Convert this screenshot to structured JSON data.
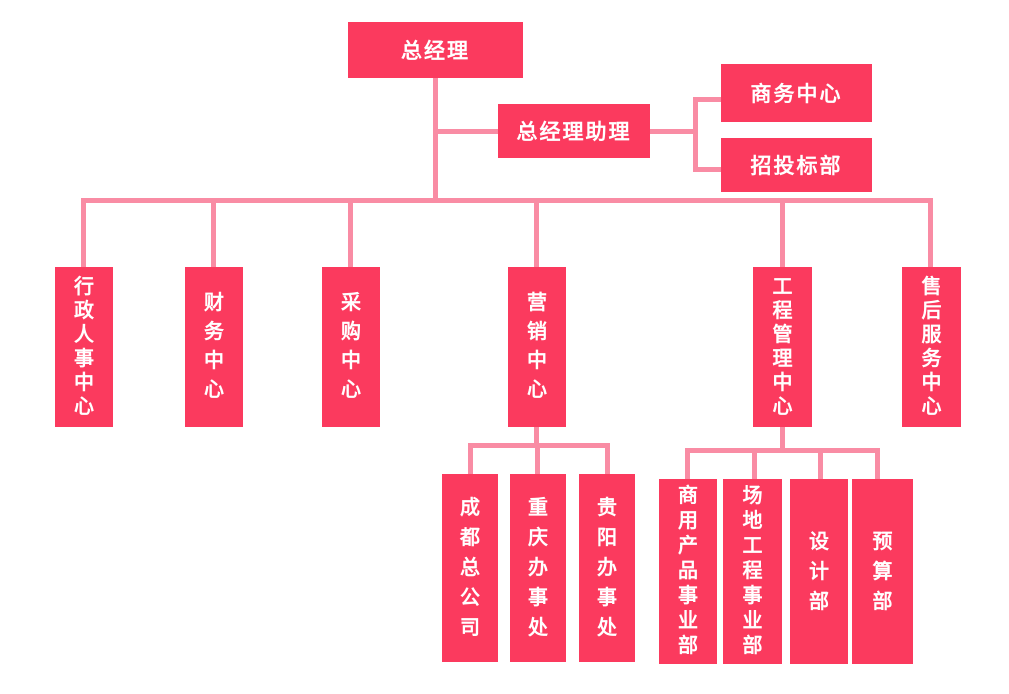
{
  "colors": {
    "box_fill": "#FB3A5E",
    "line": "#F98CA4",
    "text": "#FFFFFF",
    "background": "#FFFFFF"
  },
  "nodes": {
    "general_manager": {
      "label": "总经理"
    },
    "gm_assistant": {
      "label": "总经理助理"
    },
    "business_center": {
      "label": "商务中心"
    },
    "bidding_department": {
      "label": "招投标部"
    },
    "admin_hr_center": {
      "label": "行政人事中心"
    },
    "finance_center": {
      "label": "财务中心"
    },
    "procurement_center": {
      "label": "采购中心"
    },
    "marketing_center": {
      "label": "营销中心"
    },
    "engineering_management_center": {
      "label": "工程管理中心"
    },
    "after_sales_service_center": {
      "label": "售后服务中心"
    },
    "chengdu_head_office": {
      "label": "成都总公司"
    },
    "chongqing_office": {
      "label": "重庆办事处"
    },
    "guiyang_office": {
      "label": "贵阳办事处"
    },
    "commercial_products_division": {
      "label": "商用产品事业部"
    },
    "site_engineering_division": {
      "label": "场地工程事业部"
    },
    "design_department": {
      "label": "设计部"
    },
    "budget_department": {
      "label": "预算部"
    }
  },
  "hierarchy": {
    "root": "总经理",
    "staff_branch": {
      "label": "总经理助理",
      "children": [
        "商务中心",
        "招投标部"
      ]
    },
    "children": [
      {
        "label": "行政人事中心",
        "children": []
      },
      {
        "label": "财务中心",
        "children": []
      },
      {
        "label": "采购中心",
        "children": []
      },
      {
        "label": "营销中心",
        "children": [
          "成都总公司",
          "重庆办事处",
          "贵阳办事处"
        ]
      },
      {
        "label": "工程管理中心",
        "children": [
          "商用产品事业部",
          "场地工程事业部",
          "设计部",
          "预算部"
        ]
      },
      {
        "label": "售后服务中心",
        "children": []
      }
    ]
  }
}
